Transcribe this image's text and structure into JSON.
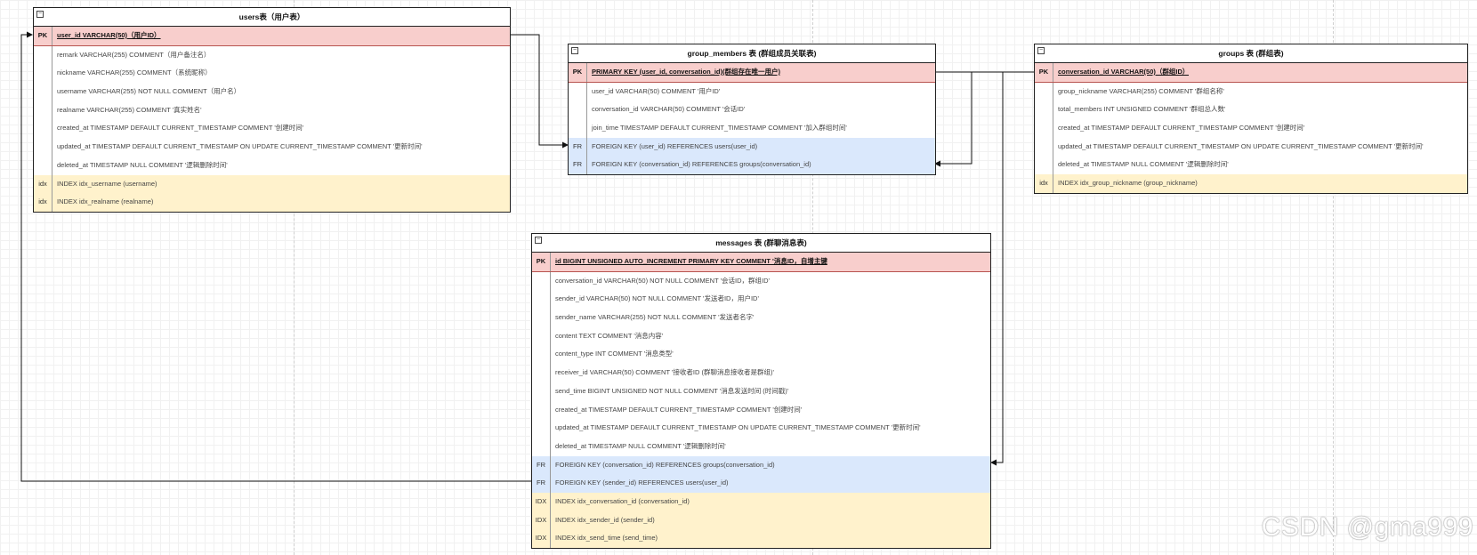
{
  "tables": {
    "users": {
      "title": "users表（用户表）",
      "rows": [
        {
          "key": "PK",
          "text": "user_id VARCHAR(50)（用户ID）"
        },
        {
          "key": "",
          "text": "remark VARCHAR(255) COMMENT（用户备注名）"
        },
        {
          "key": "",
          "text": "nickname VARCHAR(255) COMMENT（系统昵称）"
        },
        {
          "key": "",
          "text": "username VARCHAR(255) NOT NULL COMMENT（用户名）"
        },
        {
          "key": "",
          "text": "realname VARCHAR(255) COMMENT '真实姓名'"
        },
        {
          "key": "",
          "text": "created_at TIMESTAMP DEFAULT CURRENT_TIMESTAMP COMMENT '创建时间'"
        },
        {
          "key": "",
          "text": "updated_at TIMESTAMP DEFAULT CURRENT_TIMESTAMP ON UPDATE CURRENT_TIMESTAMP COMMENT '更新时间'"
        },
        {
          "key": "",
          "text": "deleted_at TIMESTAMP NULL COMMENT '逻辑删除时间'"
        },
        {
          "key": "idx",
          "text": "INDEX idx_username (username)"
        },
        {
          "key": "idx",
          "text": "INDEX idx_realname (realname)"
        }
      ]
    },
    "group_members": {
      "title": "group_members 表 (群组成员关联表)",
      "rows": [
        {
          "key": "PK",
          "text": "PRIMARY KEY (user_id, conversation_id)(群组存在唯一用户)"
        },
        {
          "key": "",
          "text": "user_id VARCHAR(50) COMMENT '用户ID'"
        },
        {
          "key": "",
          "text": "conversation_id VARCHAR(50) COMMENT '会话ID'"
        },
        {
          "key": "",
          "text": "join_time TIMESTAMP DEFAULT CURRENT_TIMESTAMP COMMENT '加入群组时间'"
        },
        {
          "key": "FR",
          "text": "FOREIGN KEY (user_id) REFERENCES users(user_id)"
        },
        {
          "key": "FR",
          "text": "FOREIGN KEY (conversation_id) REFERENCES groups(conversation_id)"
        }
      ]
    },
    "groups": {
      "title": "groups 表 (群组表)",
      "rows": [
        {
          "key": "PK",
          "text": "conversation_id VARCHAR(50)（群组ID）"
        },
        {
          "key": "",
          "text": "group_nickname VARCHAR(255) COMMENT '群组名称'"
        },
        {
          "key": "",
          "text": "total_members INT UNSIGNED COMMENT '群组总人数'"
        },
        {
          "key": "",
          "text": "created_at TIMESTAMP DEFAULT CURRENT_TIMESTAMP COMMENT '创建时间'"
        },
        {
          "key": "",
          "text": "updated_at TIMESTAMP DEFAULT CURRENT_TIMESTAMP ON UPDATE CURRENT_TIMESTAMP COMMENT '更新时间'"
        },
        {
          "key": "",
          "text": "deleted_at TIMESTAMP NULL COMMENT '逻辑删除时间'"
        },
        {
          "key": "idx",
          "text": "INDEX idx_group_nickname (group_nickname)"
        }
      ]
    },
    "messages": {
      "title": "messages 表 (群聊消息表)",
      "rows": [
        {
          "key": "PK",
          "text": "id BIGINT UNSIGNED AUTO_INCREMENT PRIMARY KEY COMMENT '消息ID，自增主键"
        },
        {
          "key": "",
          "text": "conversation_id VARCHAR(50) NOT NULL COMMENT '会话ID，群组ID'"
        },
        {
          "key": "",
          "text": "sender_id VARCHAR(50) NOT NULL COMMENT '发送者ID，用户ID'"
        },
        {
          "key": "",
          "text": "sender_name VARCHAR(255) NOT NULL COMMENT '发送者名字'"
        },
        {
          "key": "",
          "text": "content TEXT COMMENT '消息内容'"
        },
        {
          "key": "",
          "text": "content_type INT COMMENT '消息类型'"
        },
        {
          "key": "",
          "text": "receiver_id VARCHAR(50) COMMENT '接收者ID (群聊消息接收者是群组)'"
        },
        {
          "key": "",
          "text": "send_time BIGINT UNSIGNED NOT NULL COMMENT '消息发送时间 (时间戳)'"
        },
        {
          "key": "",
          "text": "created_at TIMESTAMP DEFAULT CURRENT_TIMESTAMP COMMENT '创建时间'"
        },
        {
          "key": "",
          "text": "updated_at TIMESTAMP DEFAULT CURRENT_TIMESTAMP ON UPDATE CURRENT_TIMESTAMP COMMENT '更新时间'"
        },
        {
          "key": "",
          "text": "deleted_at TIMESTAMP NULL COMMENT '逻辑删除时间'"
        },
        {
          "key": "FR",
          "text": "FOREIGN KEY (conversation_id) REFERENCES groups(conversation_id)"
        },
        {
          "key": "FR",
          "text": "FOREIGN KEY (sender_id) REFERENCES users(user_id)"
        },
        {
          "key": "IDX",
          "text": "INDEX idx_conversation_id (conversation_id)"
        },
        {
          "key": "IDX",
          "text": "INDEX idx_sender_id (sender_id)"
        },
        {
          "key": "IDX",
          "text": "INDEX idx_send_time (send_time)"
        }
      ]
    }
  },
  "watermark": "CSDN @gma999",
  "colors": {
    "primary_key_fill": "#f8cecc",
    "foreign_key_fill": "#dae8fc",
    "index_fill": "#fff2cc"
  }
}
